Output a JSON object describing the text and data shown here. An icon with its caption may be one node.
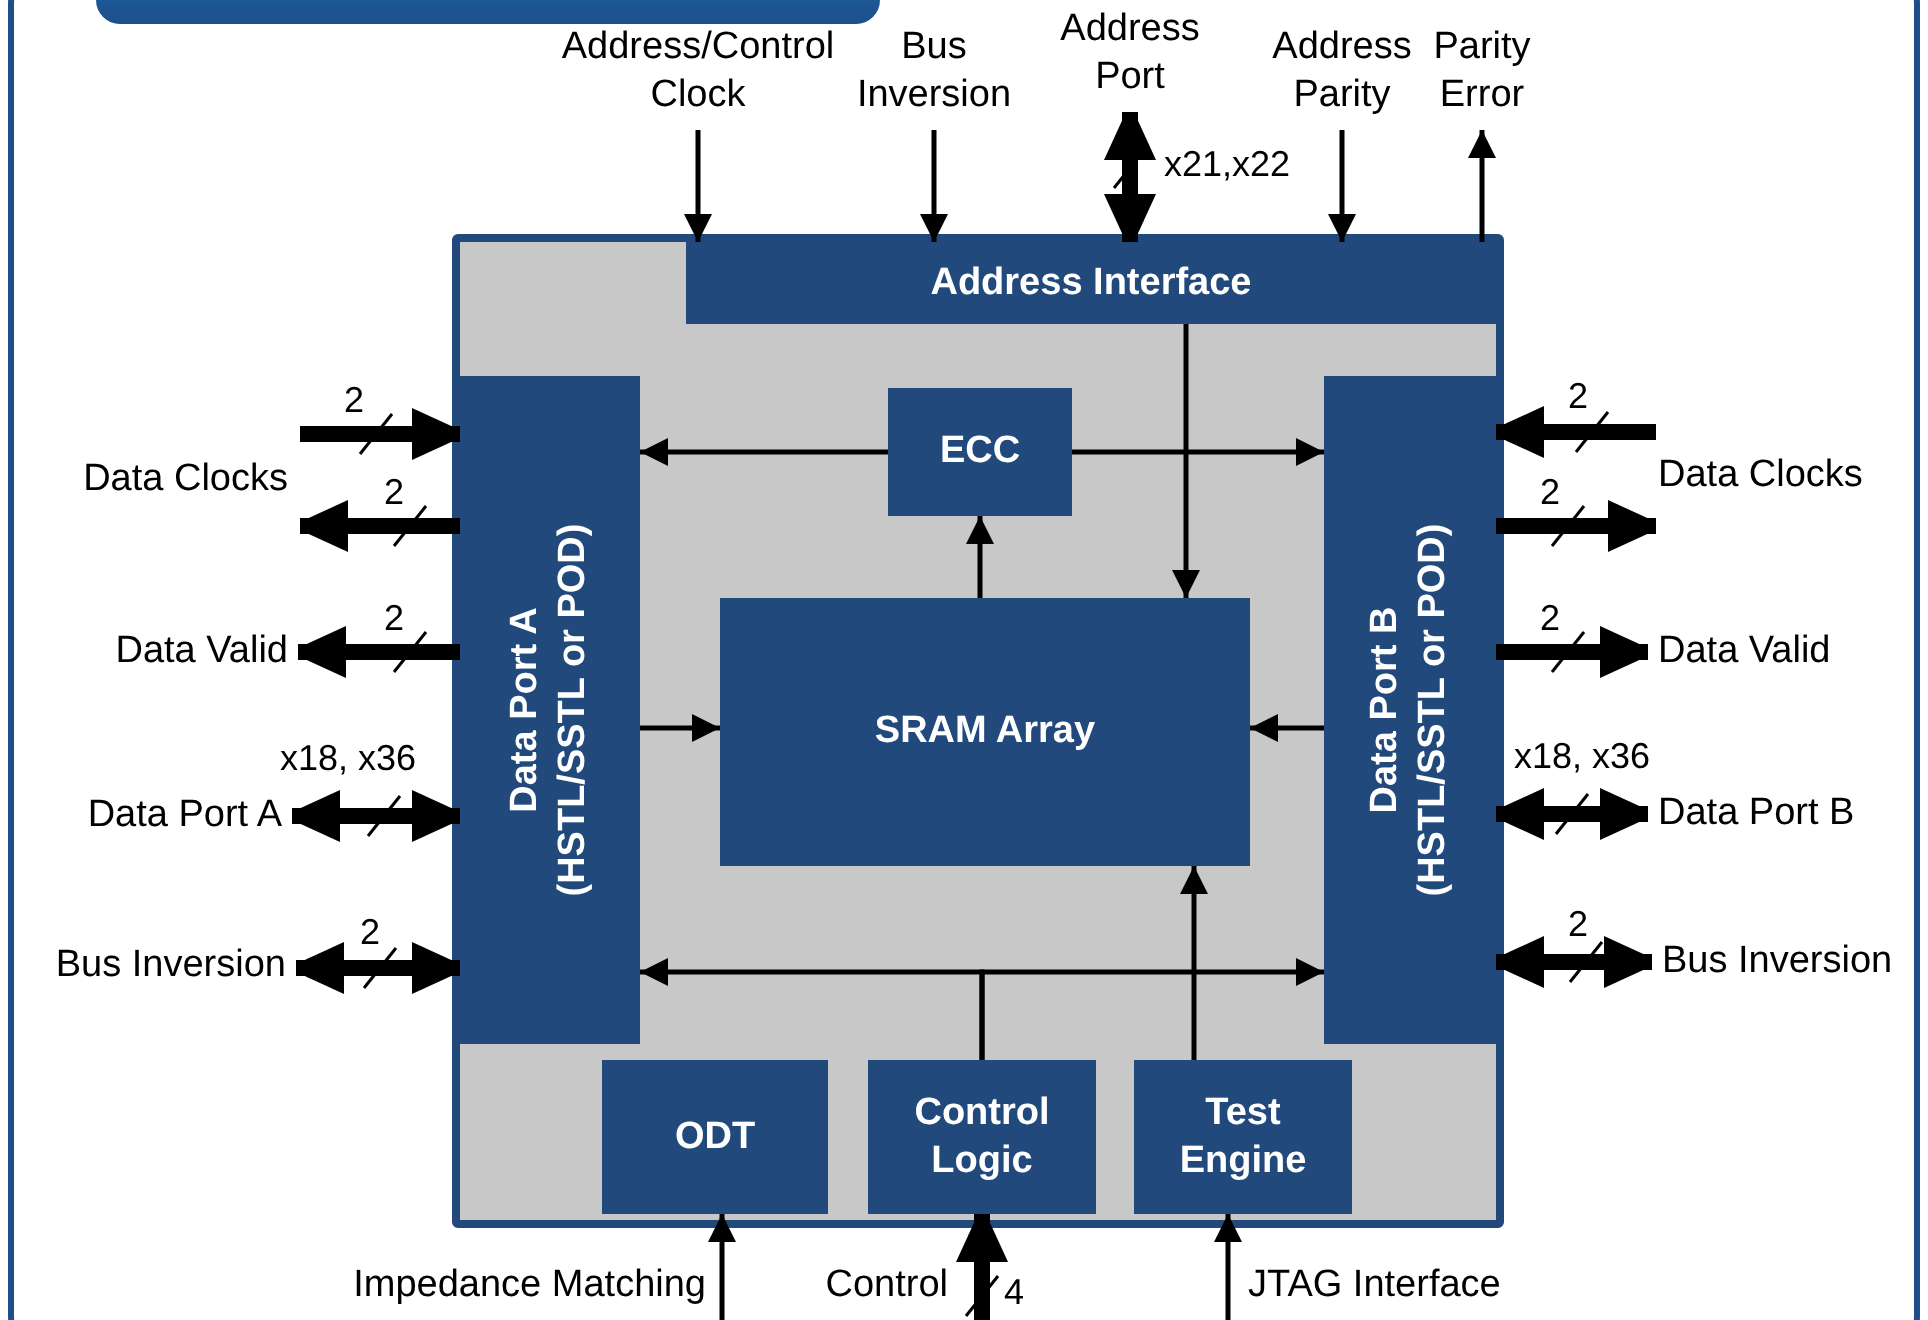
{
  "diagram": {
    "nodes": [
      {
        "text": [],
        "shape": "box"
      },
      {
        "text": [
          "Address Interface"
        ],
        "in": 0
      },
      {
        "text": [
          "Data Port A",
          "(HSTL/SSTL or POD)"
        ],
        "in": 0
      },
      {
        "text": [
          "ECC"
        ],
        "in": 0
      },
      {
        "text": [
          "Data Port B",
          "(HSTL/SSTL or POD)"
        ],
        "in": 0
      },
      {
        "text": [
          "SRAM Array"
        ],
        "in": 0
      },
      {
        "text": [
          "ODT"
        ],
        "in": 0
      },
      {
        "text": [
          "Control Logic"
        ],
        "in": 0
      },
      {
        "text": [
          "Test Engine"
        ],
        "in": 0
      },
      {
        "text": [
          "Address/Control Clock"
        ]
      },
      {
        "text": [
          "Bus Inversion"
        ]
      },
      {
        "text": [
          "Address Port"
        ]
      },
      {
        "text": [
          "Address Parity"
        ]
      },
      {
        "text": [
          "Parity Error"
        ]
      },
      {
        "text": [
          "Data Clocks"
        ]
      },
      {
        "text": [
          "Data Valid"
        ]
      },
      {
        "text": [
          "Data Port A"
        ]
      },
      {
        "text": [
          "Bus Inversion"
        ]
      },
      {
        "text": [
          "Data Clocks"
        ]
      },
      {
        "text": [
          "Data Valid"
        ]
      },
      {
        "text": [
          "Data Port B"
        ]
      },
      {
        "text": [
          "Bus Inversion"
        ]
      },
      {
        "text": [
          "Impedance Matching"
        ]
      },
      {
        "text": [
          "Control"
        ]
      },
      {
        "text": [
          "JTAG Interface"
        ]
      }
    ],
    "edges": [
      {
        "from": 9,
        "to": 1,
        "arrow": "to"
      },
      {
        "from": 10,
        "to": 1,
        "arrow": "to"
      },
      {
        "from": 11,
        "to": 1,
        "arrow": "both",
        "style": "thick",
        "label": "x21,x22"
      },
      {
        "from": 12,
        "to": 1,
        "arrow": "to"
      },
      {
        "from": 1,
        "to": 13,
        "arrow": "to"
      },
      {
        "from": 14,
        "to": 2,
        "arrow": "to",
        "style": "thick",
        "label": "2"
      },
      {
        "from": 2,
        "to": 14,
        "arrow": "to",
        "style": "thick",
        "label": "2"
      },
      {
        "from": 2,
        "to": 15,
        "arrow": "to",
        "style": "thick",
        "label": "2"
      },
      {
        "from": 16,
        "to": 2,
        "arrow": "both",
        "style": "thick",
        "label": "x18, x36"
      },
      {
        "from": 17,
        "to": 2,
        "arrow": "both",
        "style": "thick",
        "label": "2"
      },
      {
        "from": 18,
        "to": 4,
        "arrow": "to",
        "style": "thick",
        "label": "2"
      },
      {
        "from": 4,
        "to": 18,
        "arrow": "to",
        "style": "thick",
        "label": "2"
      },
      {
        "from": 4,
        "to": 19,
        "arrow": "to",
        "style": "thick",
        "label": "2"
      },
      {
        "from": 20,
        "to": 4,
        "arrow": "both",
        "style": "thick",
        "label": "x18, x36"
      },
      {
        "from": 21,
        "to": 4,
        "arrow": "both",
        "style": "thick",
        "label": "2"
      },
      {
        "from": 22,
        "to": 6,
        "arrow": "to"
      },
      {
        "from": 23,
        "to": 7,
        "arrow": "to",
        "style": "thick",
        "label": "4"
      },
      {
        "from": 24,
        "to": 8,
        "arrow": "to"
      },
      {
        "from": 3,
        "to": 2,
        "arrow": "to"
      },
      {
        "from": 3,
        "to": 4,
        "arrow": "to"
      },
      {
        "from": 5,
        "to": 3,
        "arrow": "to"
      },
      {
        "from": 1,
        "to": 5,
        "arrow": "to"
      },
      {
        "from": 2,
        "to": 5,
        "arrow": "to"
      },
      {
        "from": 4,
        "to": 5,
        "arrow": "to"
      },
      {
        "from": 7,
        "to": 2,
        "arrow": "to"
      },
      {
        "from": 7,
        "to": 4,
        "arrow": "to"
      },
      {
        "from": 8,
        "to": 5,
        "arrow": "to"
      }
    ]
  }
}
